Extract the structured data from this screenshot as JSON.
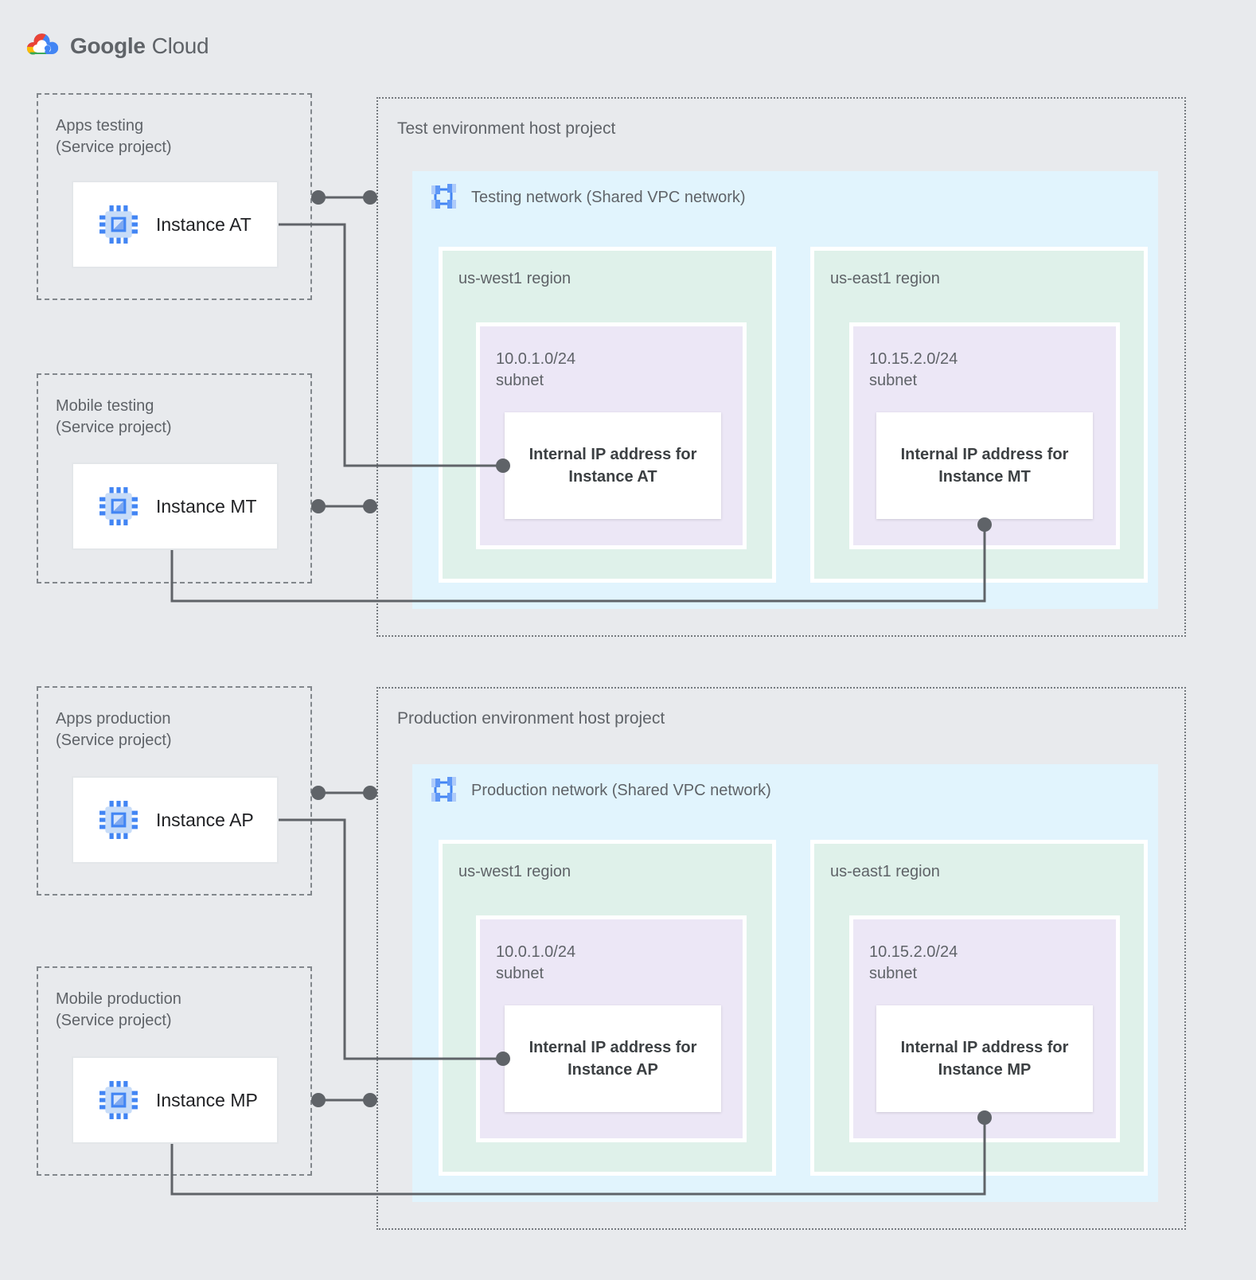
{
  "logo": {
    "brand": "Google",
    "product": "Cloud"
  },
  "service_projects": [
    {
      "label": "Apps testing",
      "sublabel": "(Service project)",
      "instance": "Instance AT"
    },
    {
      "label": "Mobile testing",
      "sublabel": "(Service project)",
      "instance": "Instance MT"
    },
    {
      "label": "Apps production",
      "sublabel": "(Service project)",
      "instance": "Instance AP"
    },
    {
      "label": "Mobile production",
      "sublabel": "(Service project)",
      "instance": "Instance MP"
    }
  ],
  "host_projects": [
    {
      "title": "Test environment host project",
      "network_label": "Testing network (Shared VPC network)",
      "regions": [
        {
          "name": "us-west1 region",
          "cidr": "10.0.1.0/24",
          "cidr_label": "subnet",
          "ip_line1": "Internal IP address for",
          "ip_line2": "Instance AT"
        },
        {
          "name": "us-east1 region",
          "cidr": "10.15.2.0/24",
          "cidr_label": "subnet",
          "ip_line1": "Internal IP address for",
          "ip_line2": "Instance MT"
        }
      ]
    },
    {
      "title": "Production environment host project",
      "network_label": "Production network (Shared VPC network)",
      "regions": [
        {
          "name": "us-west1 region",
          "cidr": "10.0.1.0/24",
          "cidr_label": "subnet",
          "ip_line1": "Internal IP address for",
          "ip_line2": "Instance AP"
        },
        {
          "name": "us-east1 region",
          "cidr": "10.15.2.0/24",
          "cidr_label": "subnet",
          "ip_line1": "Internal IP address for",
          "ip_line2": "Instance MP"
        }
      ]
    }
  ],
  "colors": {
    "background": "#E8EAED",
    "network_box": "#E1F4FD",
    "region_box": "#DFF1EA",
    "subnet_box": "#ECE7F6",
    "connector": "#5f6368",
    "accent_blue": "#4285F4"
  }
}
